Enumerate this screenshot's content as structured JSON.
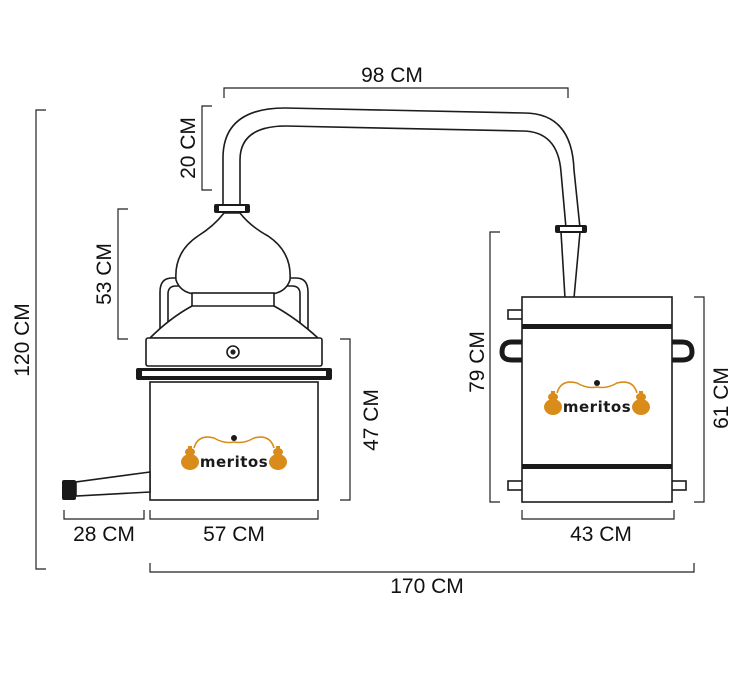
{
  "dimensions": {
    "pipe_length": "98 CM",
    "pipe_height": "20 CM",
    "dome_height": "53 CM",
    "total_height": "120 CM",
    "boiler_height": "47 CM",
    "outlet_length": "28 CM",
    "boiler_width": "57 CM",
    "condenser_height_total": "79 CM",
    "condenser_tank_height": "61 CM",
    "condenser_width": "43 CM",
    "total_width": "170 CM"
  },
  "brand": {
    "name": "meritos",
    "accent_color": "#d98c1a",
    "ink_color": "#1a1a1a"
  }
}
